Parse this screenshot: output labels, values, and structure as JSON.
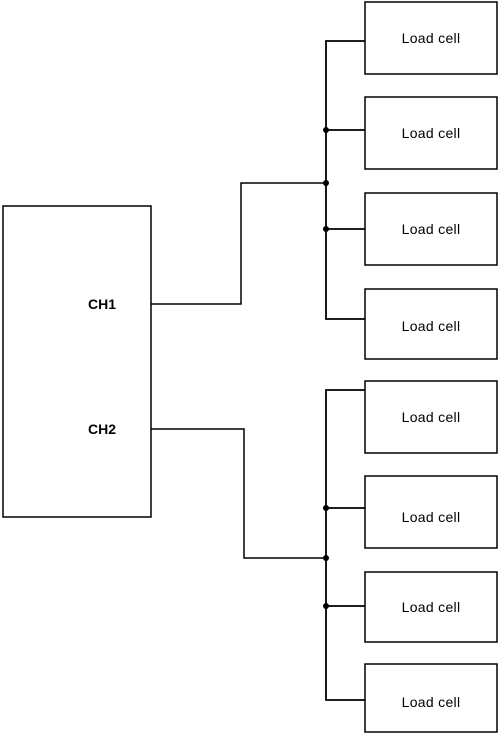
{
  "controller": {
    "channels": [
      {
        "label": "CH1"
      },
      {
        "label": "CH2"
      }
    ]
  },
  "groups": [
    {
      "channel": "CH1",
      "load_cells": [
        {
          "label": "Load cell"
        },
        {
          "label": "Load cell"
        },
        {
          "label": "Load cell"
        },
        {
          "label": "Load cell"
        }
      ]
    },
    {
      "channel": "CH2",
      "load_cells": [
        {
          "label": "Load cell"
        },
        {
          "label": "Load cell"
        },
        {
          "label": "Load cell"
        },
        {
          "label": "Load cell"
        }
      ]
    }
  ],
  "colors": {
    "line": "#000000",
    "background": "#ffffff"
  }
}
